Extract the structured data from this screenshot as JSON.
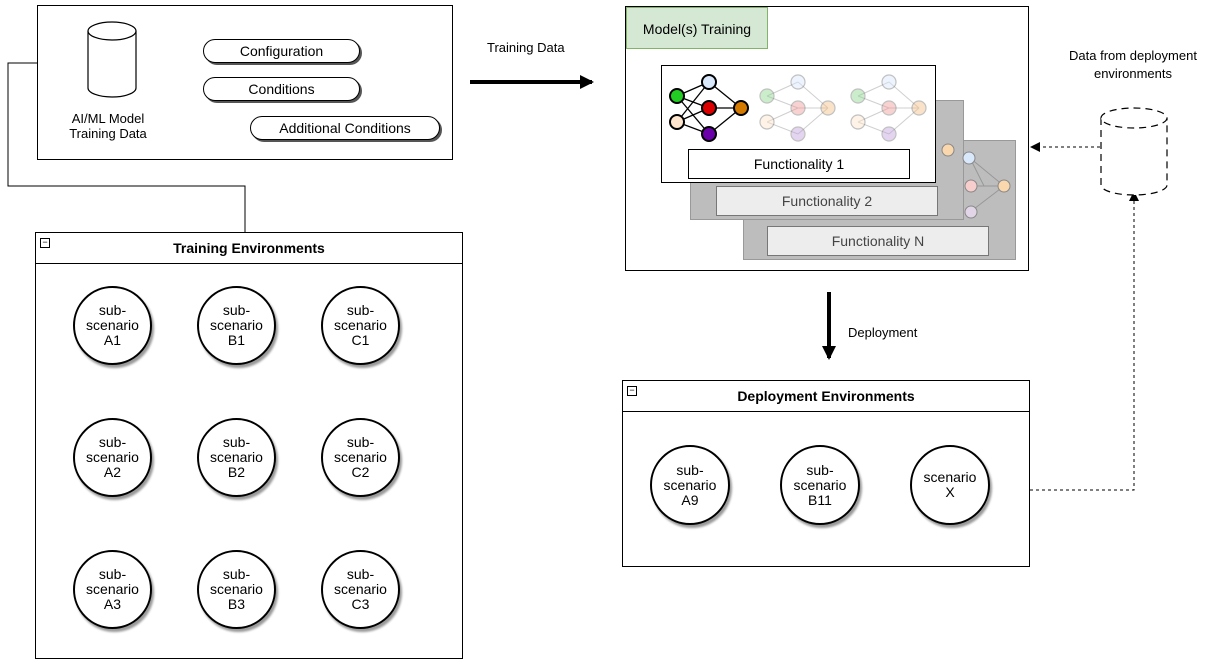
{
  "top_box": {
    "database_label": "AI/ML Model\nTraining Data",
    "pills": [
      "Configuration",
      "Conditions",
      "Additional Conditions"
    ]
  },
  "arrows": {
    "training_data": "Training Data",
    "deployment": "Deployment",
    "data_from_deployment": "Data from deployment\nenvironments"
  },
  "model_training": {
    "title": "Model(s) Training",
    "functionalities": [
      "Functionality 1",
      "Functionality 2",
      "Functionality N"
    ],
    "neuron_colors": [
      "#22cc22",
      "#ffe6cc",
      "#dae8fc",
      "#dd0000",
      "#6a00aa",
      "#d47a00"
    ]
  },
  "training_env": {
    "title": "Training Environments",
    "collapse_symbol": "−",
    "scenarios": [
      "sub-\nscenario\nA1",
      "sub-\nscenario\nB1",
      "sub-\nscenario\nC1",
      "sub-\nscenario\nA2",
      "sub-\nscenario\nB2",
      "sub-\nscenario\nC2",
      "sub-\nscenario\nA3",
      "sub-\nscenario\nB3",
      "sub-\nscenario\nC3"
    ]
  },
  "deploy_env": {
    "title": "Deployment Environments",
    "collapse_symbol": "−",
    "scenarios": [
      "sub-\nscenario\nA9",
      "sub-\nscenario\nB11",
      "scenario\nX"
    ]
  }
}
